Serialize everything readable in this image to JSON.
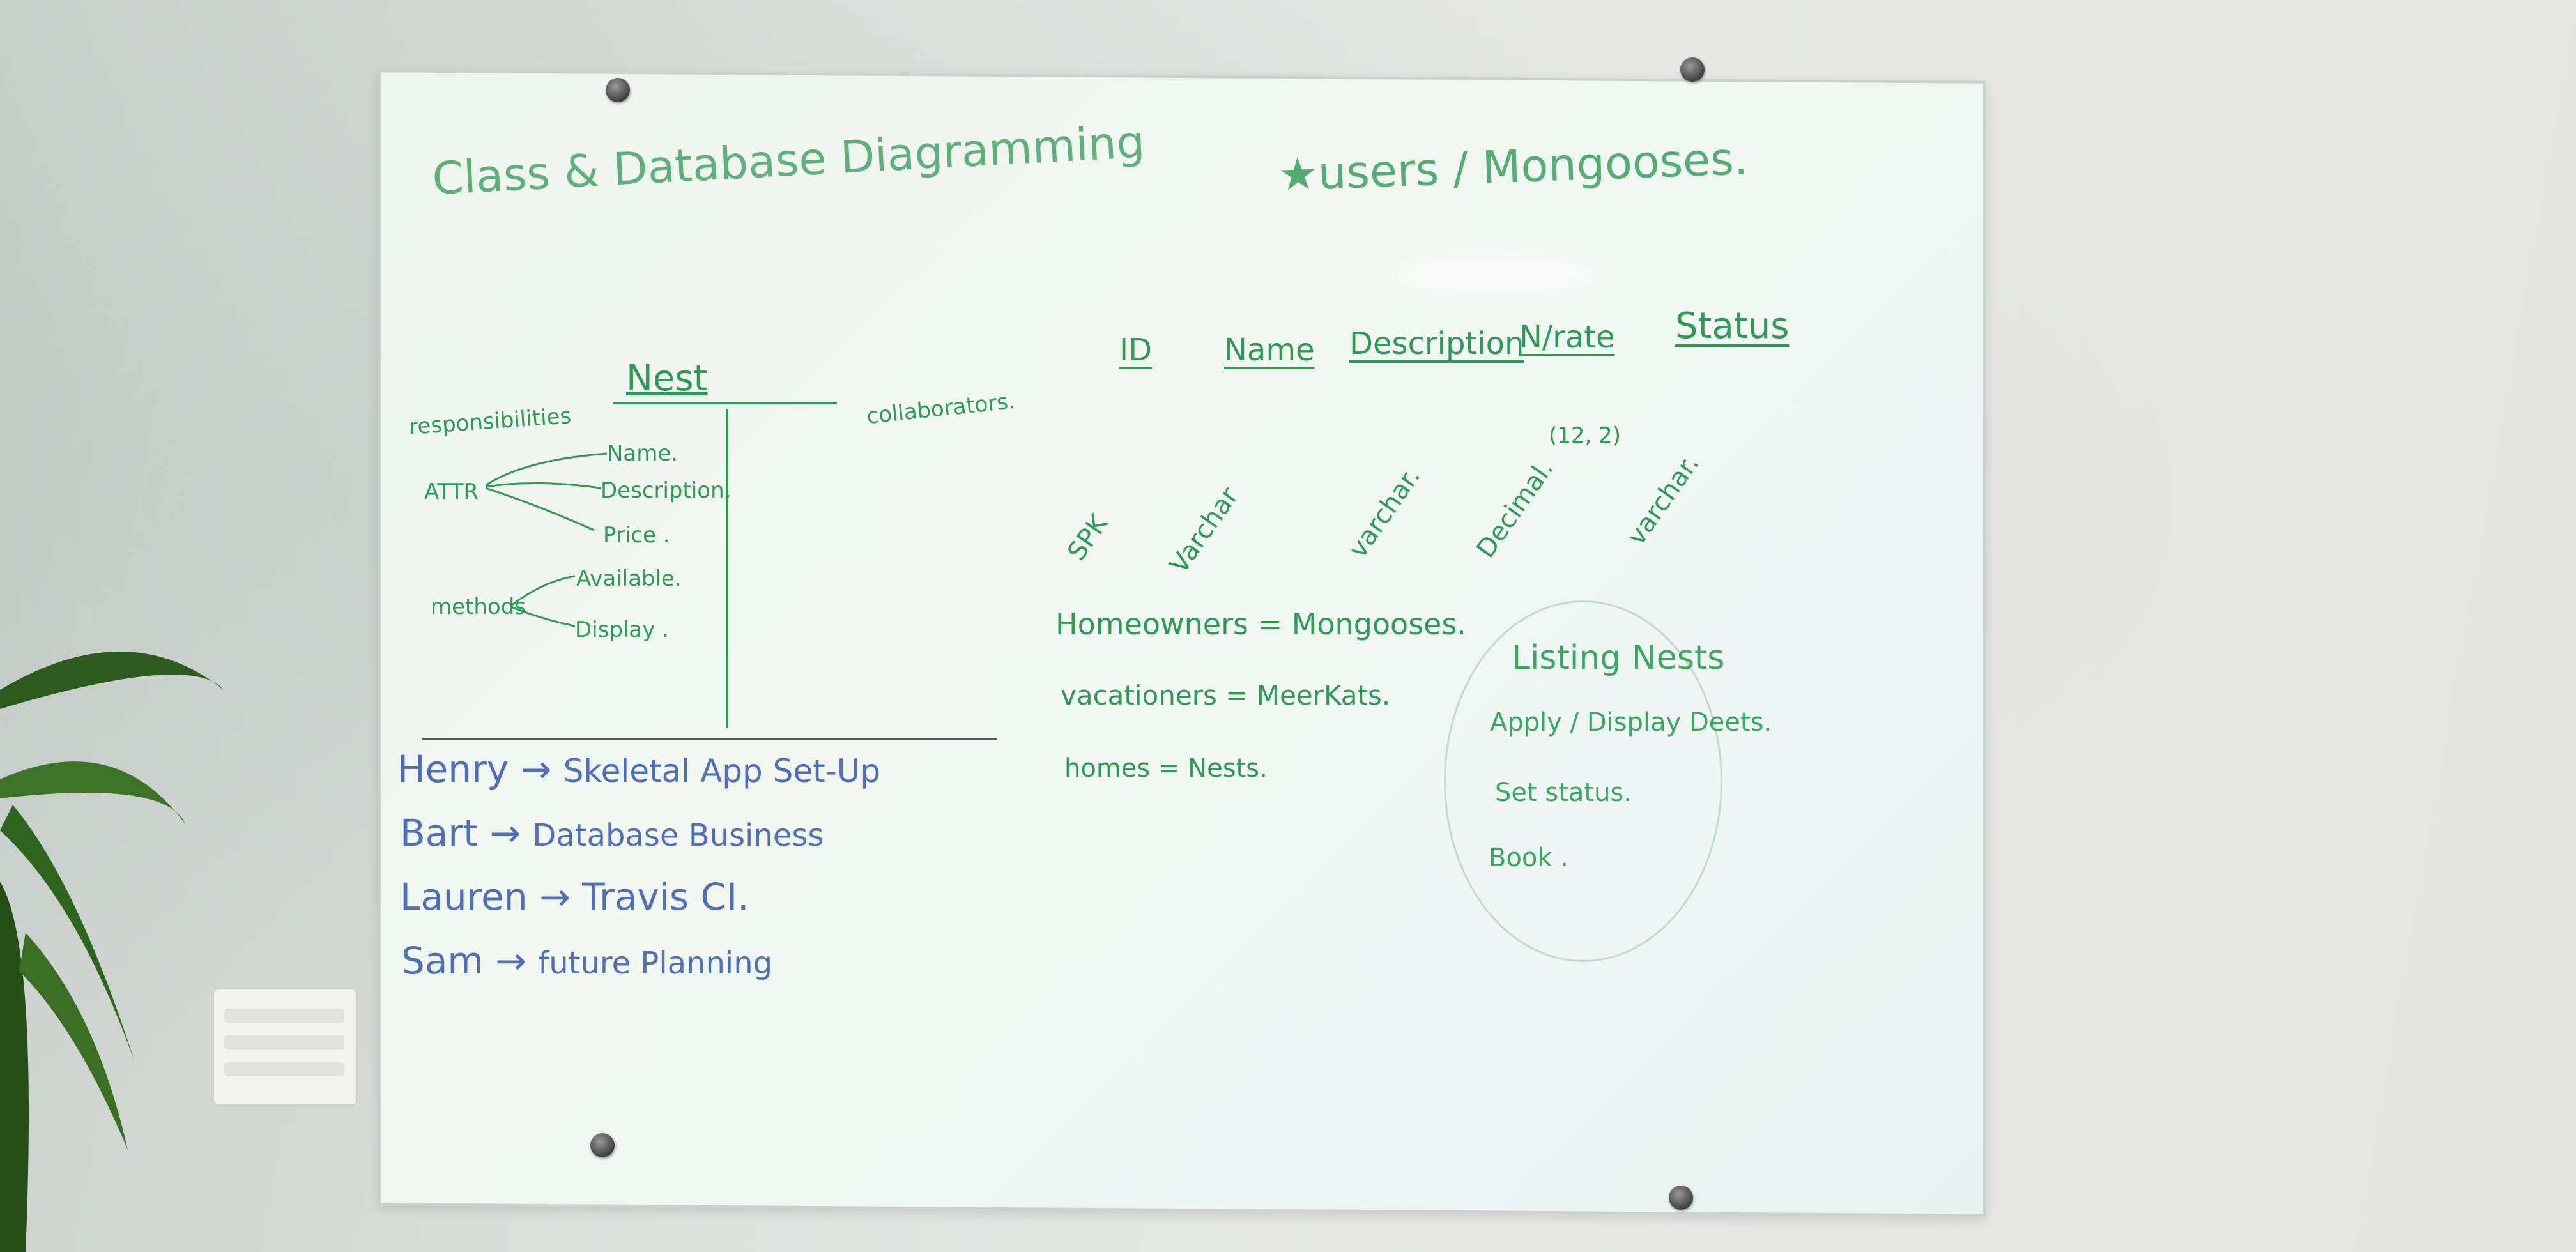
{
  "board": {
    "title": "Class & Database Diagramming",
    "users_heading": "★users / Mongooses.",
    "class_card": {
      "class_name": "Nest",
      "responsibilities_label": "responsibilities",
      "collaborators_label": "collaborators.",
      "attr_label": "ATTR",
      "attributes": [
        "Name.",
        "Description.",
        "Price ."
      ],
      "methods_label": "methods",
      "methods": [
        "Available.",
        "Display ."
      ]
    },
    "table_columns": [
      "ID",
      "Name",
      "Description",
      "N/rate",
      "Status"
    ],
    "column_types": [
      "SPK",
      "Varchar",
      "varchar.",
      "Decimal.",
      "varchar."
    ],
    "decimal_precision": "(12, 2)",
    "mappings": [
      "Homeowners = Mongooses.",
      "vacationers = MeerKats.",
      "homes = Nests."
    ],
    "listing": {
      "heading": "Listing Nests",
      "items": [
        "Apply / Display Deets.",
        "Set status.",
        "Book ."
      ]
    },
    "assignments": [
      {
        "name": "Henry",
        "task": "Skeletal App Set-Up"
      },
      {
        "name": "Bart",
        "task": "Database Business"
      },
      {
        "name": "Lauren",
        "task": "Travis CI."
      },
      {
        "name": "Sam",
        "task": "future Planning"
      }
    ]
  },
  "colors": {
    "marker_green": "#2f9a55",
    "marker_blue": "#4f6fb8",
    "board": "#eef4ee",
    "wall": "#e4e4e2"
  }
}
